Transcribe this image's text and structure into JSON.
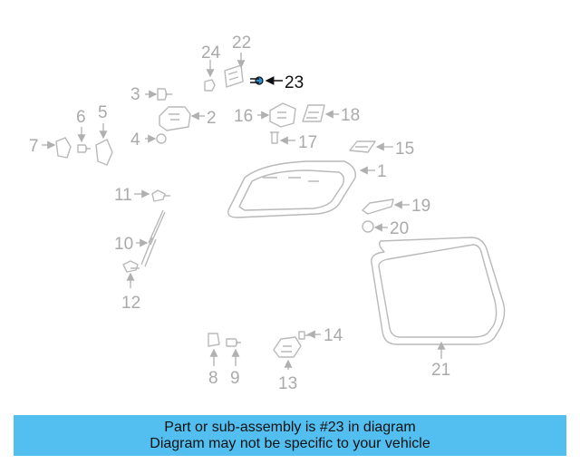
{
  "highlighted_part": "23",
  "callouts": [
    "1",
    "2",
    "3",
    "4",
    "5",
    "6",
    "7",
    "8",
    "9",
    "10",
    "11",
    "12",
    "13",
    "14",
    "15",
    "16",
    "17",
    "18",
    "19",
    "20",
    "21",
    "22",
    "23",
    "24"
  ],
  "banner": {
    "line1": "Part or sub-assembly is #23 in diagram",
    "line2": "Diagram may not be specific to your vehicle"
  },
  "colors": {
    "banner": "#52bff0",
    "part_outline": "#b9b9b9",
    "highlight": "#111111"
  }
}
